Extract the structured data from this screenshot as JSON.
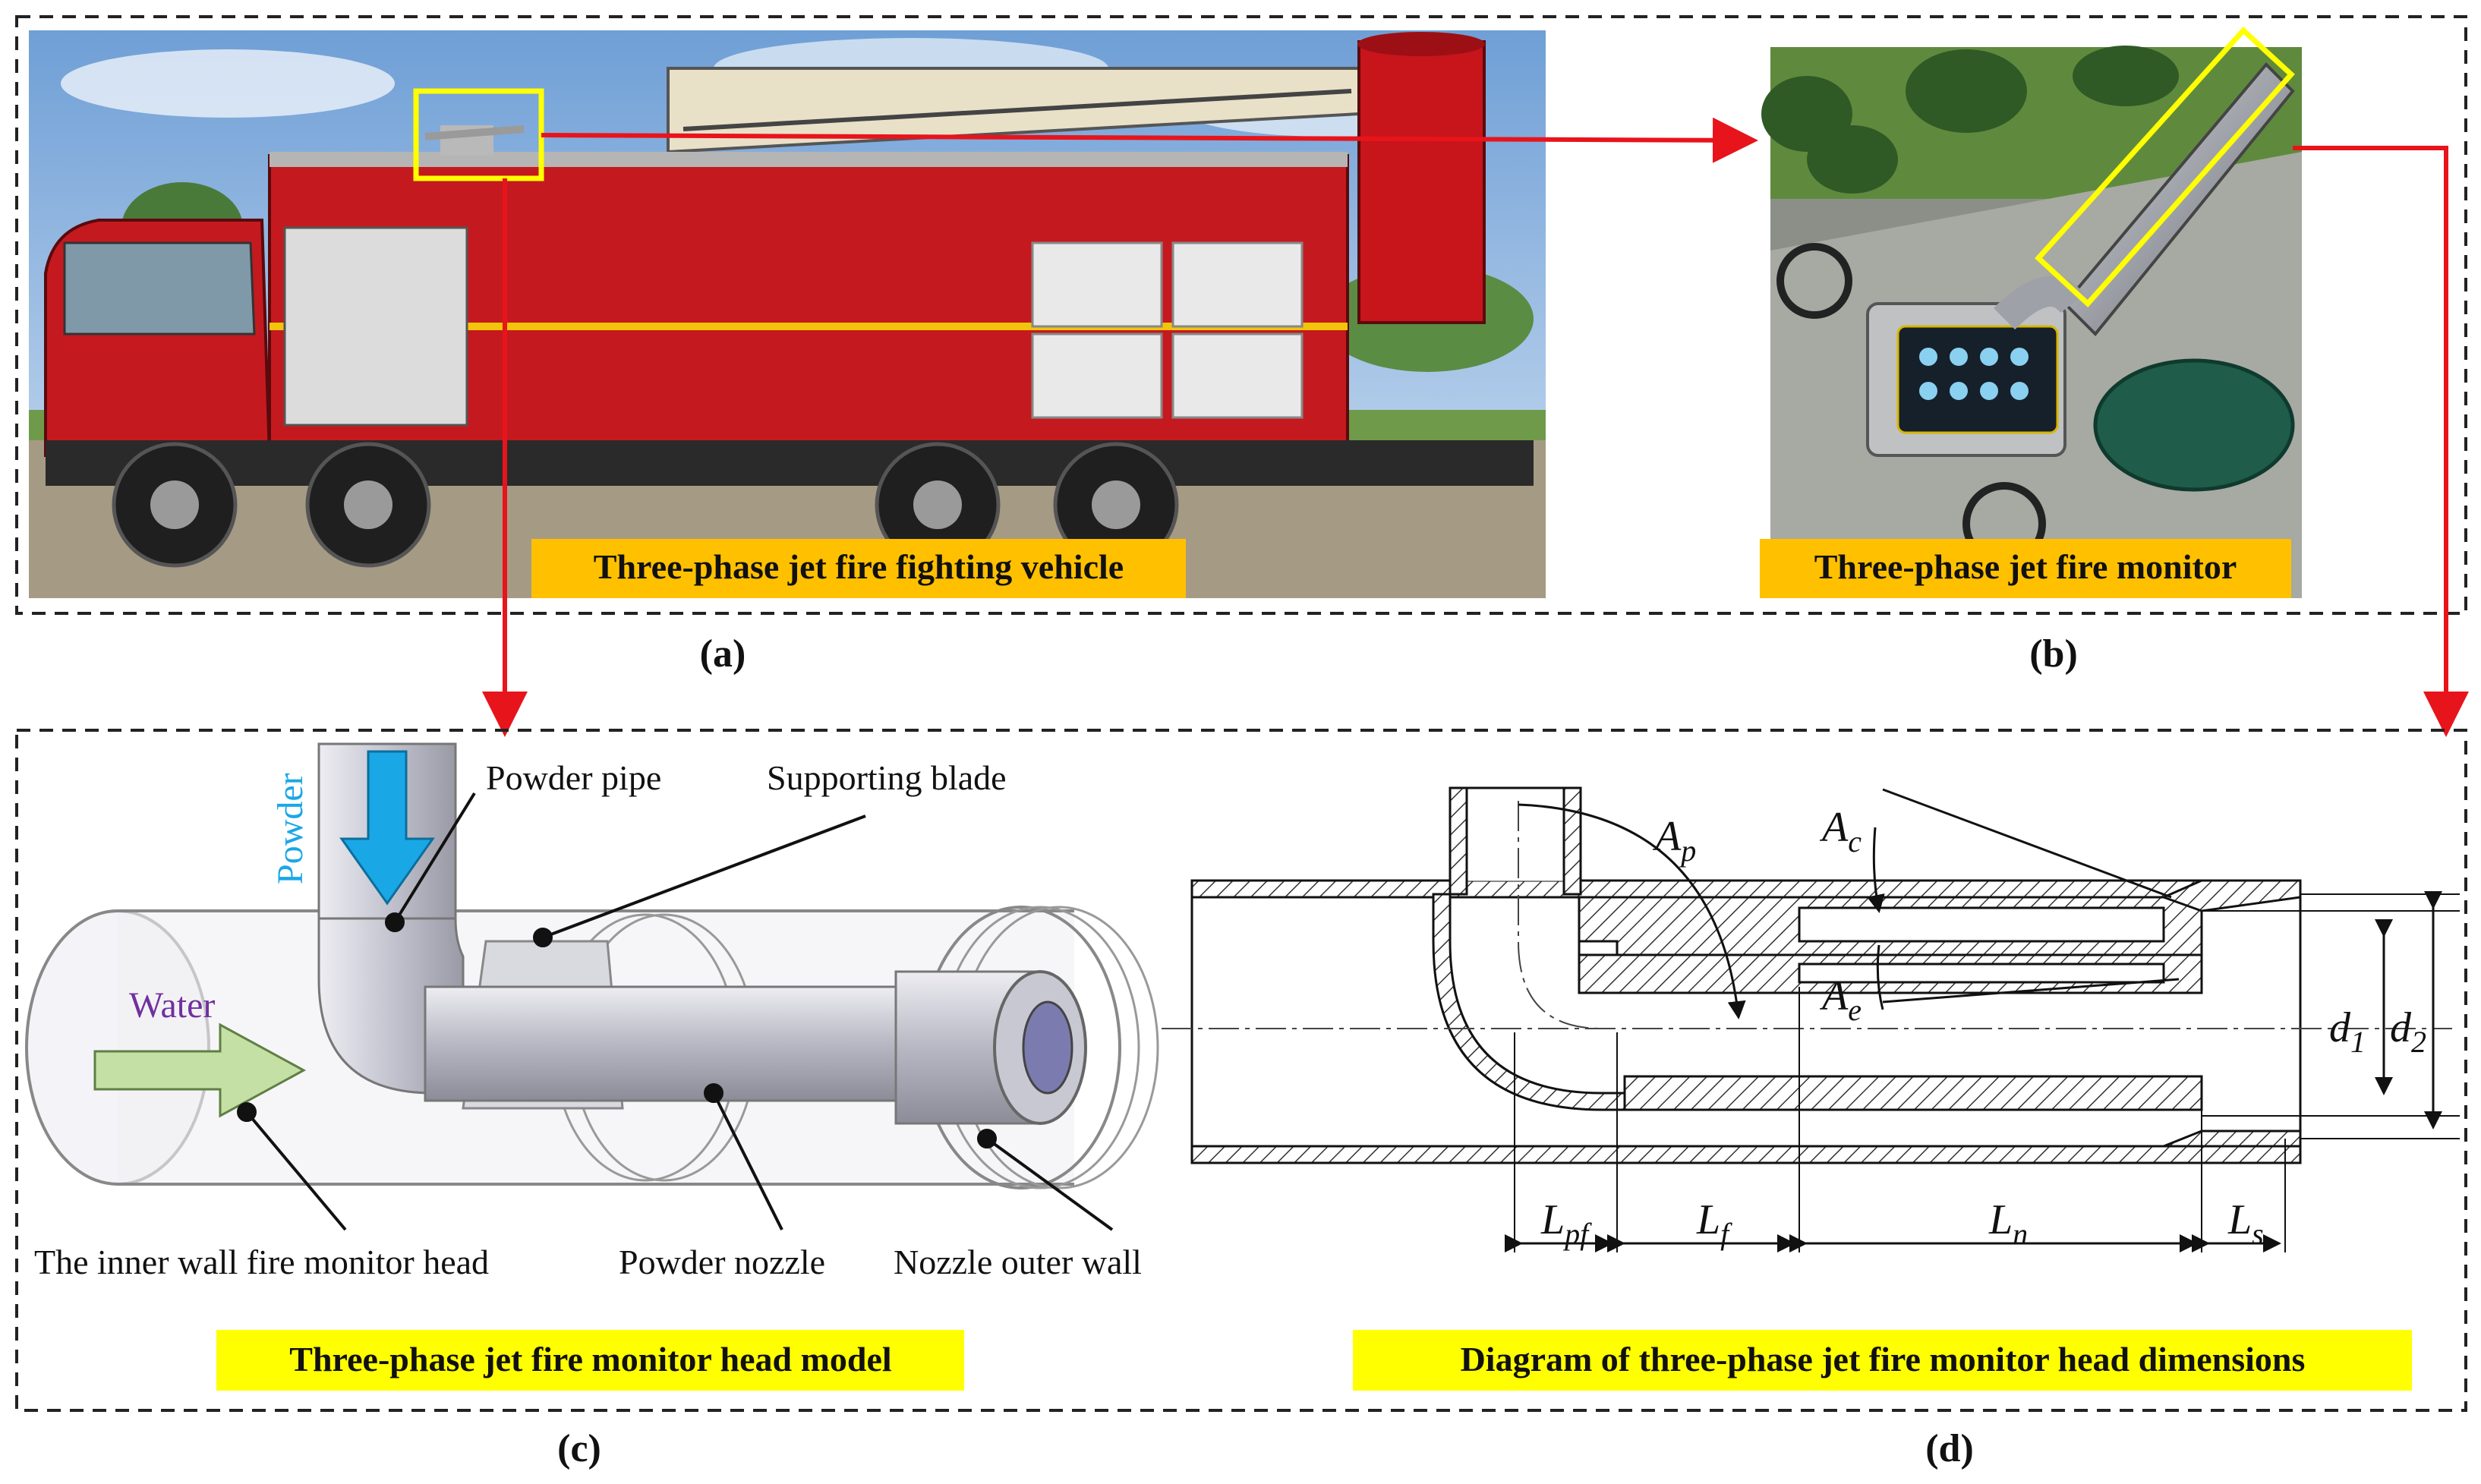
{
  "panels": {
    "a": {
      "letter": "(a)",
      "caption": "Three-phase jet fire fighting vehicle"
    },
    "b": {
      "letter": "(b)",
      "caption": "Three-phase jet fire monitor"
    },
    "c": {
      "letter": "(c)",
      "caption": "Three-phase jet fire monitor head model",
      "labels": {
        "powder": "Powder",
        "water": "Water",
        "powder_pipe": "Powder pipe",
        "supporting_blade": "Supporting blade",
        "inner_wall": "The inner wall fire monitor head",
        "powder_nozzle": "Powder nozzle",
        "nozzle_outer_wall": "Nozzle outer wall"
      }
    },
    "d": {
      "letter": "(d)",
      "caption": "Diagram of three-phase jet fire monitor head dimensions",
      "symbols": {
        "Ap": {
          "base": "A",
          "sub": "p"
        },
        "Ac": {
          "base": "A",
          "sub": "c"
        },
        "Ae": {
          "base": "A",
          "sub": "e"
        },
        "d1": {
          "base": "d",
          "sub": "1"
        },
        "d2": {
          "base": "d",
          "sub": "2"
        },
        "Lpf": {
          "base": "L",
          "sub": "pf"
        },
        "Lf": {
          "base": "L",
          "sub": "f"
        },
        "Ln": {
          "base": "L",
          "sub": "n"
        },
        "Ls": {
          "base": "L",
          "sub": "s"
        }
      }
    }
  },
  "colors": {
    "caption_bg": "#ffff00",
    "caption_bg_orange": "#ffc000",
    "arrow_red": "#e8141b",
    "highlight_yellow": "#ffff00",
    "powder_blue": "#1aa7e6",
    "water_purple": "#7030a0",
    "water_arrow_green": "#c5e0a5"
  }
}
